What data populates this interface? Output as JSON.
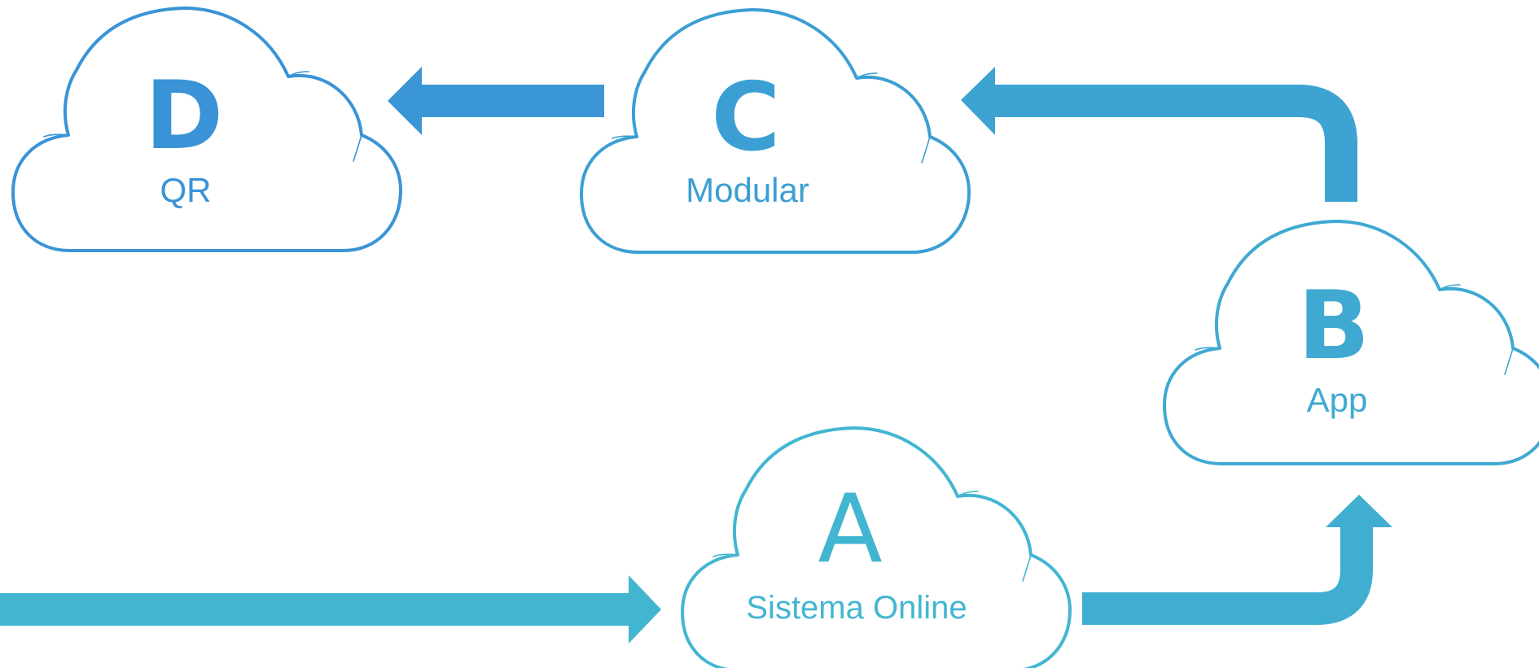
{
  "colors": {
    "d": "#3a93d6",
    "c": "#3b9fd4",
    "b": "#3fa9d1",
    "a": "#42b6d1"
  },
  "clouds": {
    "d": {
      "letter": "D",
      "label": "QR"
    },
    "c": {
      "letter": "C",
      "label": "Modular"
    },
    "b": {
      "letter": "B",
      "label": "App"
    },
    "a": {
      "letter": "A",
      "label": "Sistema Online"
    }
  },
  "flow": [
    "input",
    "a",
    "b",
    "c",
    "d"
  ]
}
